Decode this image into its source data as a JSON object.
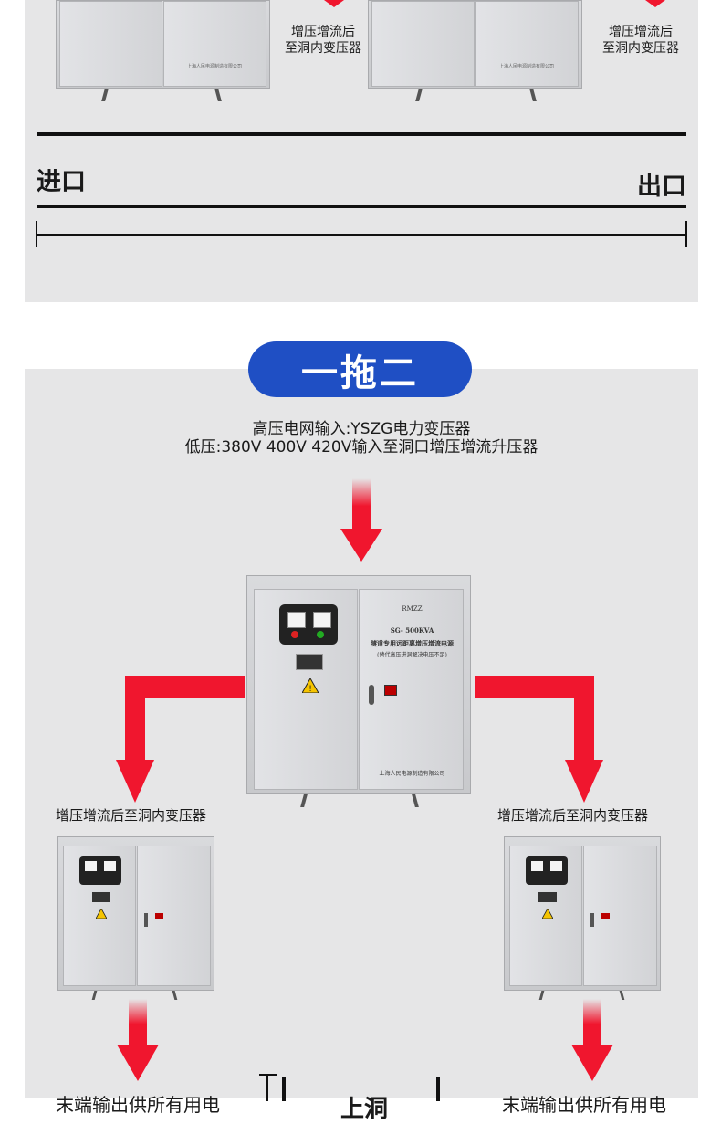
{
  "top_section": {
    "caption_left": [
      "增压增流后",
      "至洞内变压器"
    ],
    "caption_right": [
      "增压增流后",
      "至洞内变压器"
    ],
    "label_entrance": "进口",
    "label_exit": "出口",
    "cabinet_maker": "上海人民电源制造有限公司"
  },
  "main_section": {
    "badge": "一拖二",
    "intro_line1": "高压电网输入:YSZG电力变压器",
    "intro_line2": "低压:380V 400V 420V输入至洞口增压增流升压器",
    "cabinet": {
      "brand": "RMZZ",
      "model": "SG- 500KVA",
      "title": "隧道专用远距离增压增流电源",
      "subtitle": "(替代高压进洞解决电压不足)",
      "maker": "上海人民电源制造有限公司"
    },
    "caption_left": "增压增流后至洞内变压器",
    "caption_right": "增压增流后至洞内变压器",
    "bottom_left": "末端输出供所有用电",
    "bottom_center": "上洞",
    "bottom_right": "末端输出供所有用电"
  },
  "colors": {
    "arrow_red": "#f0162e",
    "badge_blue": "#1f4fc4",
    "panel_bg": "#e6e6e7"
  },
  "icons": [
    "arrow-down-icon",
    "arrow-elbow-icon",
    "warning-icon",
    "meter-icon",
    "door-handle-icon"
  ]
}
